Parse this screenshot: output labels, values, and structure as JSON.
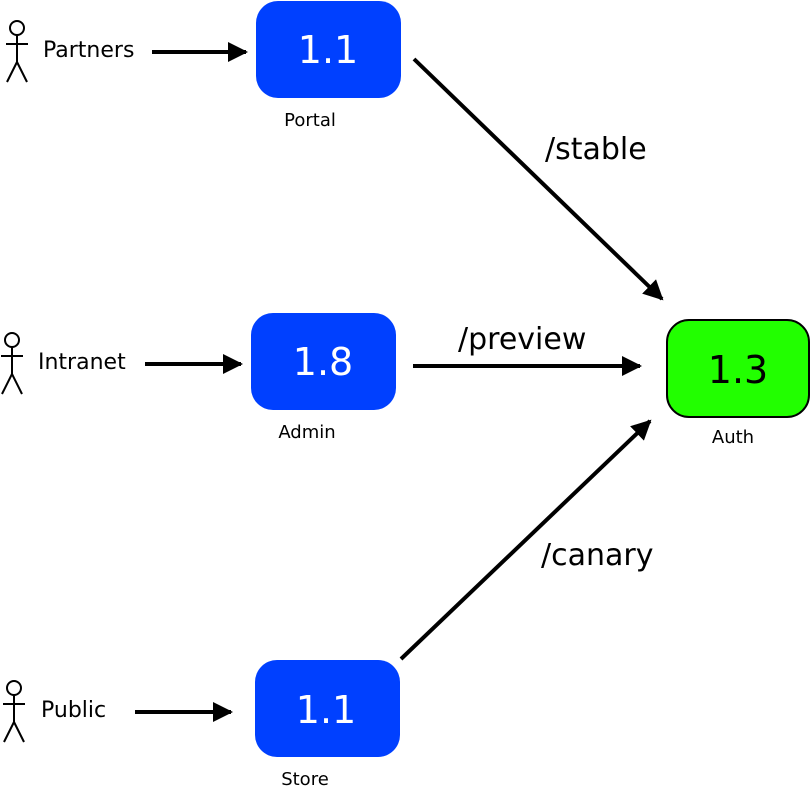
{
  "colors": {
    "service": "#0040ff",
    "target": "#22ff00",
    "service_text": "#ffffff",
    "target_text": "#000000",
    "edge": "#000000"
  },
  "actors": [
    {
      "label": "Partners",
      "icon": "stick-figure-icon"
    },
    {
      "label": "Intranet",
      "icon": "stick-figure-icon"
    },
    {
      "label": "Public",
      "icon": "stick-figure-icon"
    }
  ],
  "services": [
    {
      "version": "1.1",
      "caption": "Portal"
    },
    {
      "version": "1.8",
      "caption": "Admin"
    },
    {
      "version": "1.1",
      "caption": "Store"
    }
  ],
  "target": {
    "version": "1.3",
    "caption": "Auth"
  },
  "routes": [
    {
      "label": "/stable"
    },
    {
      "label": "/preview"
    },
    {
      "label": "/canary"
    }
  ]
}
